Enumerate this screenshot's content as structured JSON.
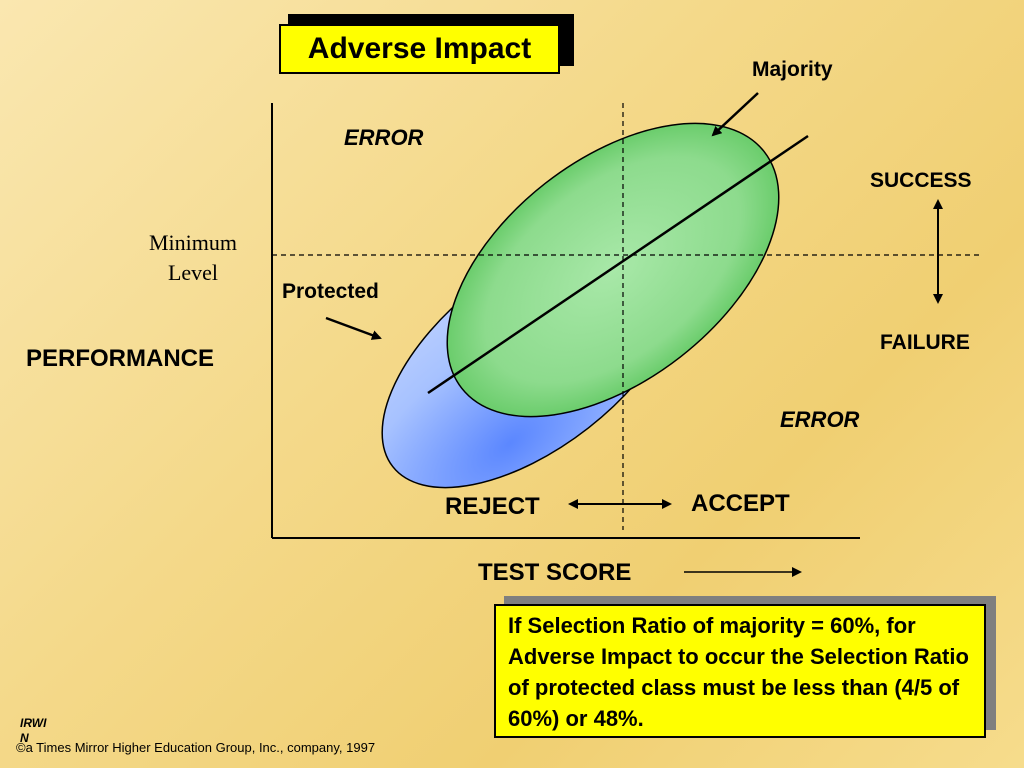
{
  "title": "Adverse Impact",
  "labels": {
    "majority": "Majority",
    "protected": "Protected",
    "error_top": "ERROR",
    "error_bottom": "ERROR",
    "success": "SUCCESS",
    "failure": "FAILURE",
    "minimum_level_line1": "Minimum",
    "minimum_level_line2": "Level",
    "performance": "PERFORMANCE",
    "reject": "REJECT",
    "accept": "ACCEPT",
    "test_score": "TEST SCORE"
  },
  "info_box": {
    "text": "If Selection Ratio of majority = 60%, for Adverse Impact to occur the Selection Ratio of protected class must be less than (4/5 of 60%) or 48%."
  },
  "footer": {
    "irwin_line1": "IRWI",
    "irwin_line2": "N",
    "copyright": "©a Times Mirror Higher Education Group, Inc., company, 1997"
  },
  "colors": {
    "title_bg": "#ffff00",
    "majority_fill": "#3cb943",
    "protected_fill": "#6f9bff"
  }
}
